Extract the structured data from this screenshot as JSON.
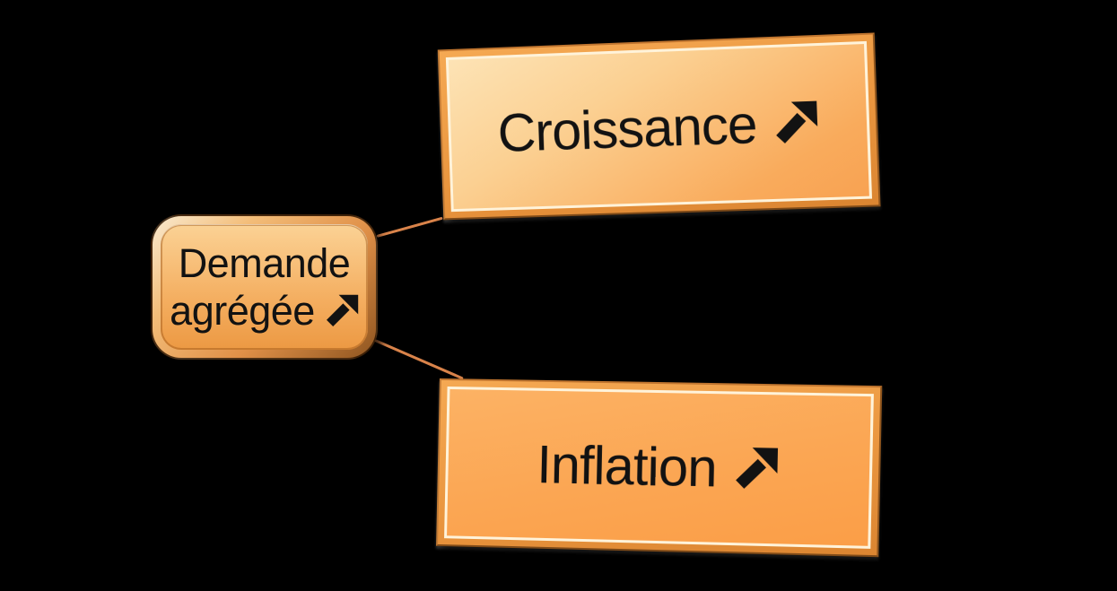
{
  "canvas": {
    "background": "#000000"
  },
  "diagram": {
    "type": "hierarchy",
    "root": {
      "id": "demande-agregee",
      "label": "Demande agrégée",
      "trend_icon": "up-right-arrow"
    },
    "branches": [
      {
        "id": "croissance",
        "label": "Croissance",
        "trend_icon": "up-right-arrow"
      },
      {
        "id": "inflation",
        "label": "Inflation",
        "trend_icon": "up-right-arrow"
      }
    ],
    "connectors": [
      {
        "from": "demande-agregee",
        "to": "croissance"
      },
      {
        "from": "demande-agregee",
        "to": "inflation"
      }
    ]
  },
  "colors": {
    "background": "#000000",
    "connector": "#d9834a",
    "text": "#121212",
    "node_fill_light": "#fde3b5",
    "node_fill_dark": "#f89f4a",
    "frame_orange": "#ea963f",
    "highlight_ring": "#fff3da"
  }
}
